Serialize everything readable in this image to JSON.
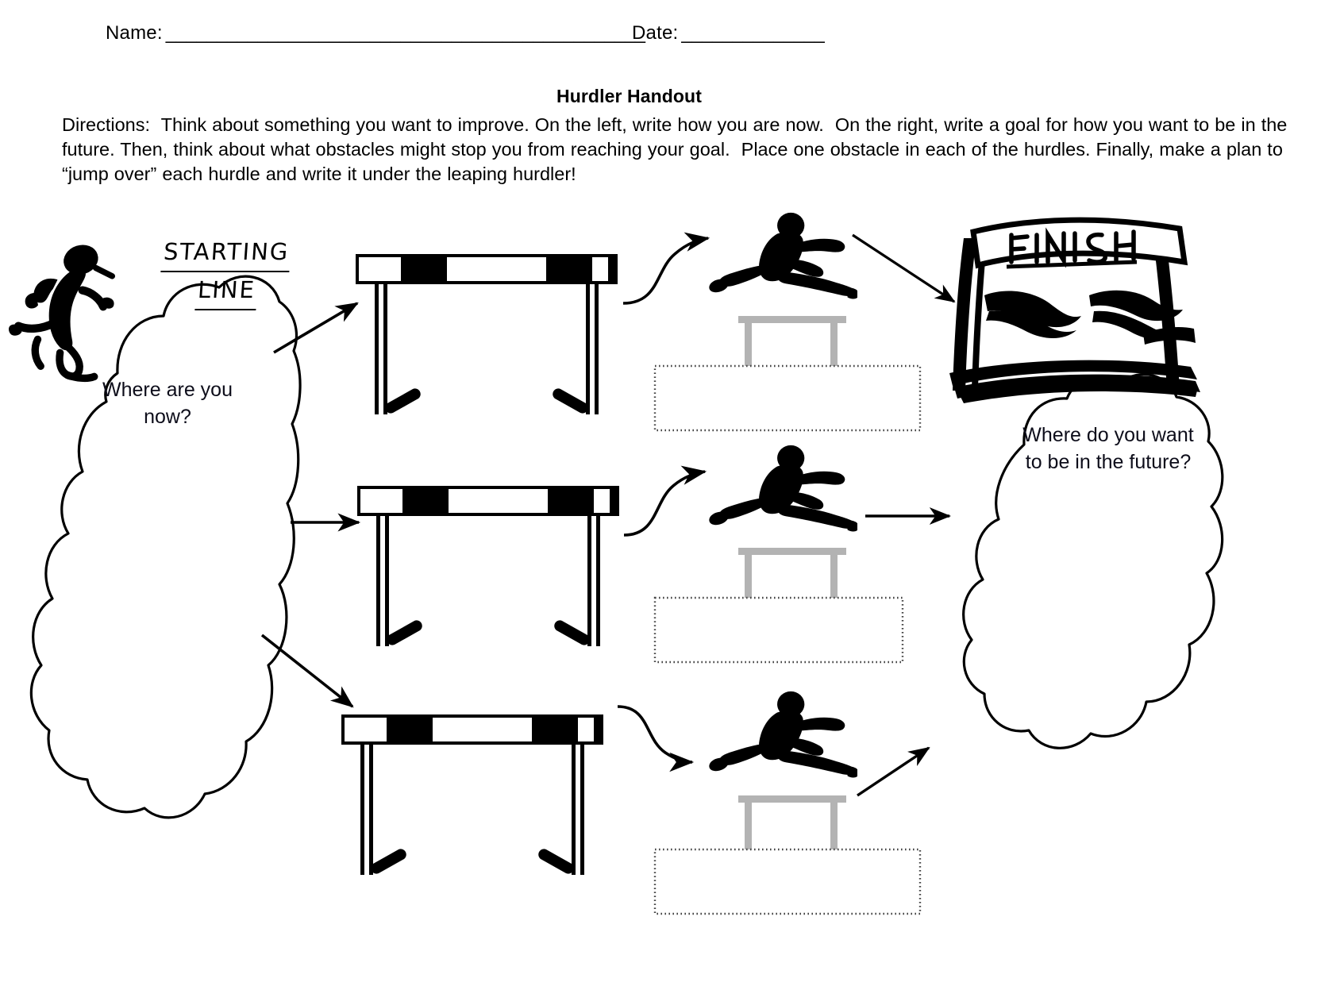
{
  "header": {
    "name_label": "Name:",
    "name_rule": "_______________________________________________",
    "date_label": "Date:",
    "date_rule": "______________"
  },
  "title": "Hurdler Handout",
  "directions": "Directions:  Think about something you want to improve. On the left, write how you are now.  On the right, write a goal for how you want to be in the future. Then, think about what obstacles might stop you from reaching your goal.  Place one obstacle in each of the hurdles. Finally, make a plan to “jump over” each hurdle and write it under the leaping hurdler!",
  "labels": {
    "starting_line_1": "STARTING",
    "starting_line_2": "LINE",
    "where_now": "Where are you now?",
    "where_future": "Where do you want to be in the future?",
    "finish_banner": "FINISH"
  },
  "colors": {
    "ink": "#000000",
    "ghost_hurdle": "#b3b3b3",
    "watermark": "#d4d4d4",
    "dotted_box": "#555555",
    "paper": "#ffffff"
  },
  "rows": [
    {
      "hurdle_index": 1,
      "answer_box_placeholder": ""
    },
    {
      "hurdle_index": 2,
      "answer_box_placeholder": ""
    },
    {
      "hurdle_index": 3,
      "answer_box_placeholder": ""
    }
  ]
}
